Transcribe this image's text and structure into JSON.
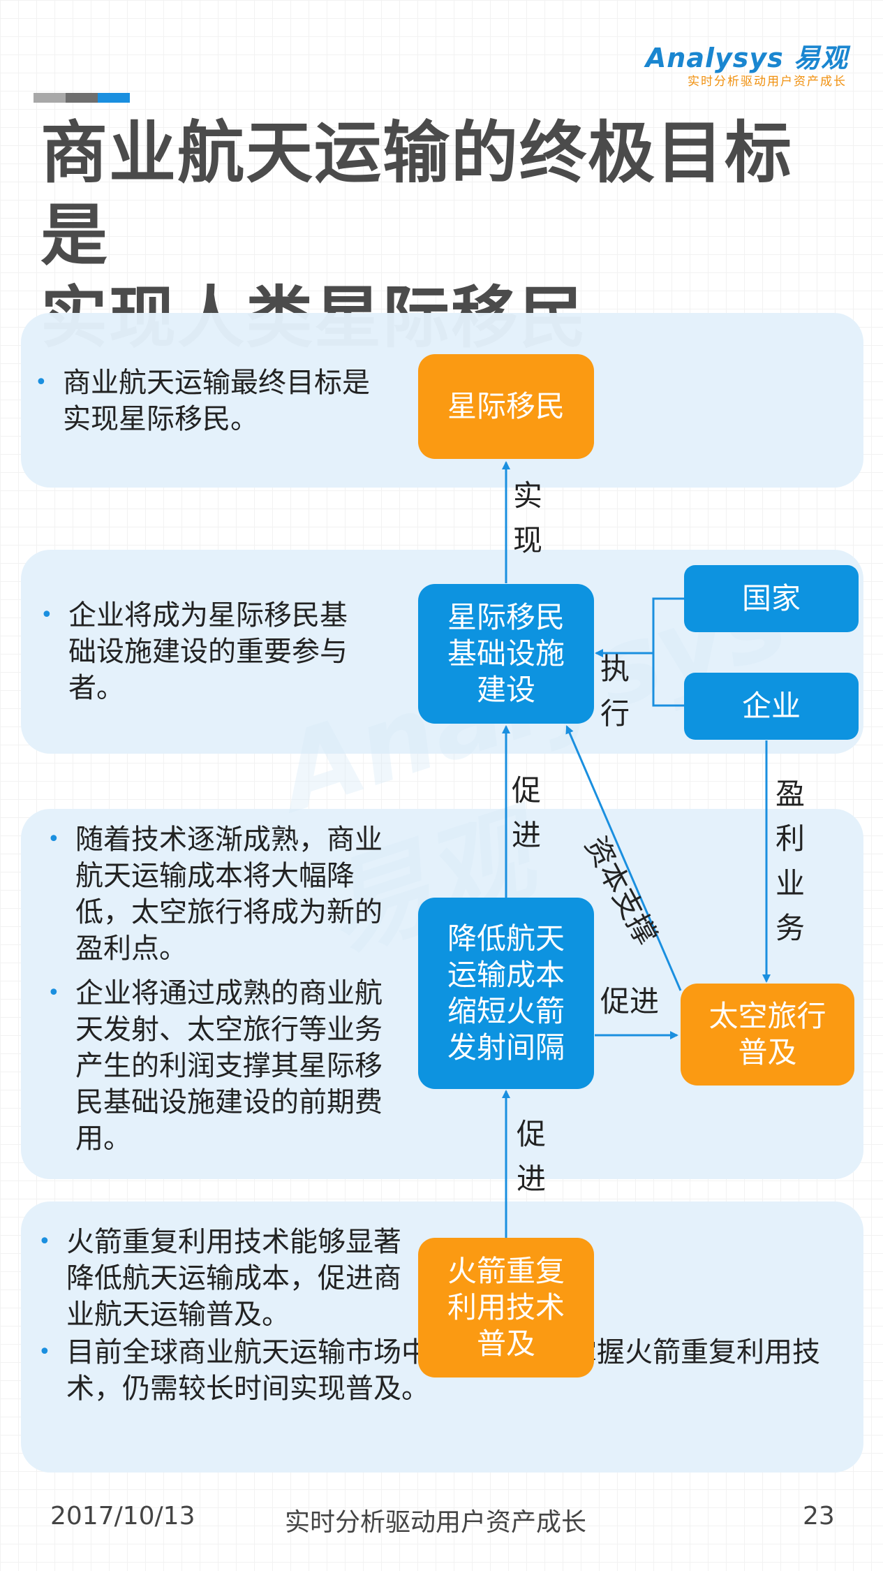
{
  "logo": {
    "brand": "Analysys 易观",
    "tagline": "实时分析驱动用户资产成长"
  },
  "title": {
    "line1": "商业航天运输的终极目标是",
    "line2": "实现人类星际移民"
  },
  "watermark": "Analysys 易观",
  "panels": {
    "p1": [
      "商业航天运输最终目标是实现星际移民。"
    ],
    "p2": [
      "企业将成为星际移民基础设施建设的重要参与者。"
    ],
    "p3": [
      "随着技术逐渐成熟，商业航天运输成本将大幅降低，太空旅行将成为新的盈利点。",
      "企业将通过成熟的商业航天发射、太空旅行等业务产生的利润支撑其星际移民基础设施建设的前期费用。"
    ],
    "p4": [
      "火箭重复利用技术能够显著降低航天运输成本，促进商业航天运输普及。",
      "目前全球商业航天运输市场中仅少数企业掌握火箭重复利用技术，仍需较长时间实现普及。"
    ]
  },
  "nodes": {
    "migration": "星际移民",
    "infrastructure": "星际移民\n基础设施\n建设",
    "state": "国家",
    "enterprise": "企业",
    "reduce_cost": "降低航天\n运输成本\n缩短火箭\n发射间隔",
    "space_travel": "太空旅行\n普及",
    "reuse": "火箭重复\n利用技术\n普及"
  },
  "edges": {
    "realize": [
      "实",
      "现"
    ],
    "execute": [
      "执",
      "行"
    ],
    "promote_up": [
      "促",
      "进"
    ],
    "capital_support": "资本支撑",
    "profit_business": [
      "盈",
      "利",
      "业",
      "务"
    ],
    "promote_right": "促进",
    "promote_bottom": [
      "促",
      "进"
    ]
  },
  "colors": {
    "orange": "#fb9a12",
    "blue": "#0d93e0",
    "panel": "#e3f1fb",
    "arrow": "#1a8fdf",
    "title": "#4b4b4b"
  },
  "footer": {
    "date": "2017/10/13",
    "slogan": "实时分析驱动用户资产成长",
    "page": "23"
  }
}
